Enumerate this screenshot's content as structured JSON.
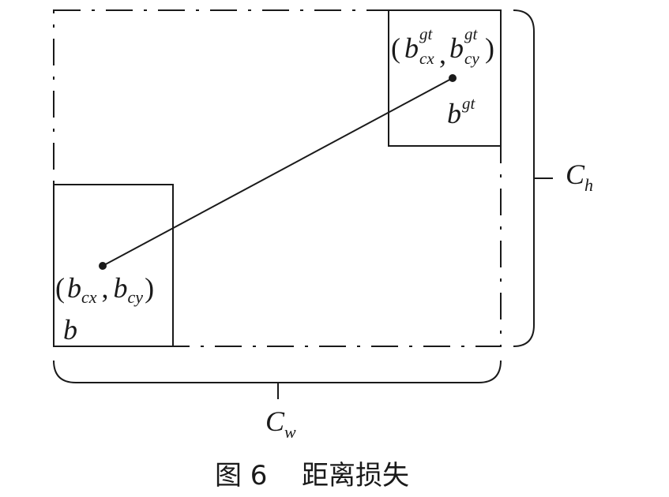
{
  "predicted_box": {
    "label_main": "b",
    "center_open": "(",
    "center_x_base": "b",
    "center_x_sub": "cx",
    "center_sep": ",",
    "center_y_base": "b",
    "center_y_sub": "cy",
    "center_close": ")"
  },
  "ground_truth_box": {
    "label_main_base": "b",
    "label_main_sup": "gt",
    "center_open": "(",
    "center_x_base": "b",
    "center_x_sub": "cx",
    "center_x_sup": "gt",
    "center_sep": ",",
    "center_y_base": "b",
    "center_y_sub": "cy",
    "center_y_sup": "gt",
    "center_close": ")"
  },
  "enclosing_box": {
    "height_label_base": "C",
    "height_label_sub": "h",
    "width_label_base": "C",
    "width_label_sub": "w"
  },
  "caption": {
    "figure_number": "图 6",
    "title": "距离损失"
  },
  "colors": {
    "stroke": "#1a1a1a",
    "background": "#ffffff"
  }
}
